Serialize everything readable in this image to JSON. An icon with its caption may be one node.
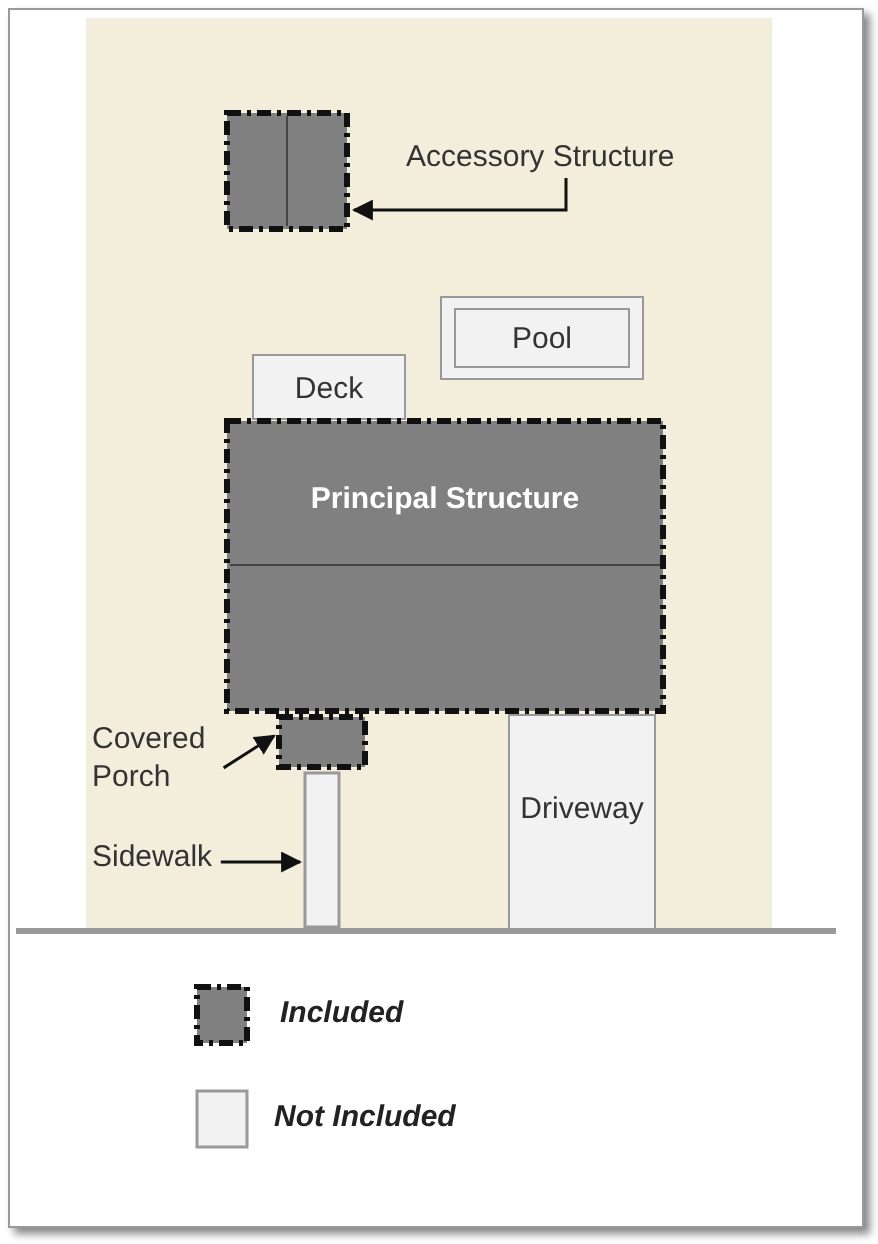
{
  "diagram": {
    "nodes": [
      {
        "text": [],
        "shape": "box"
      },
      {
        "text": [
          "Accessory Structure"
        ]
      },
      {
        "text": [
          "Pool"
        ]
      },
      {
        "text": [
          "Deck"
        ]
      },
      {
        "text": [
          "Principal Structure"
        ]
      },
      {
        "text": [
          "Covered Porch"
        ]
      },
      {
        "text": [],
        "shape": "box"
      },
      {
        "text": [
          "Sidewalk"
        ]
      },
      {
        "text": [],
        "shape": "box"
      },
      {
        "text": [
          "Driveway"
        ]
      }
    ],
    "edges": [
      {
        "from": 1,
        "to": 0,
        "arrow": "to"
      },
      {
        "from": 5,
        "to": 6,
        "arrow": "to"
      },
      {
        "from": 7,
        "to": 8,
        "arrow": "to"
      }
    ],
    "legend": [
      {
        "text": "Included",
        "color": "#808080"
      },
      {
        "text": "Not Included",
        "color": "#f2f2f2"
      }
    ]
  }
}
